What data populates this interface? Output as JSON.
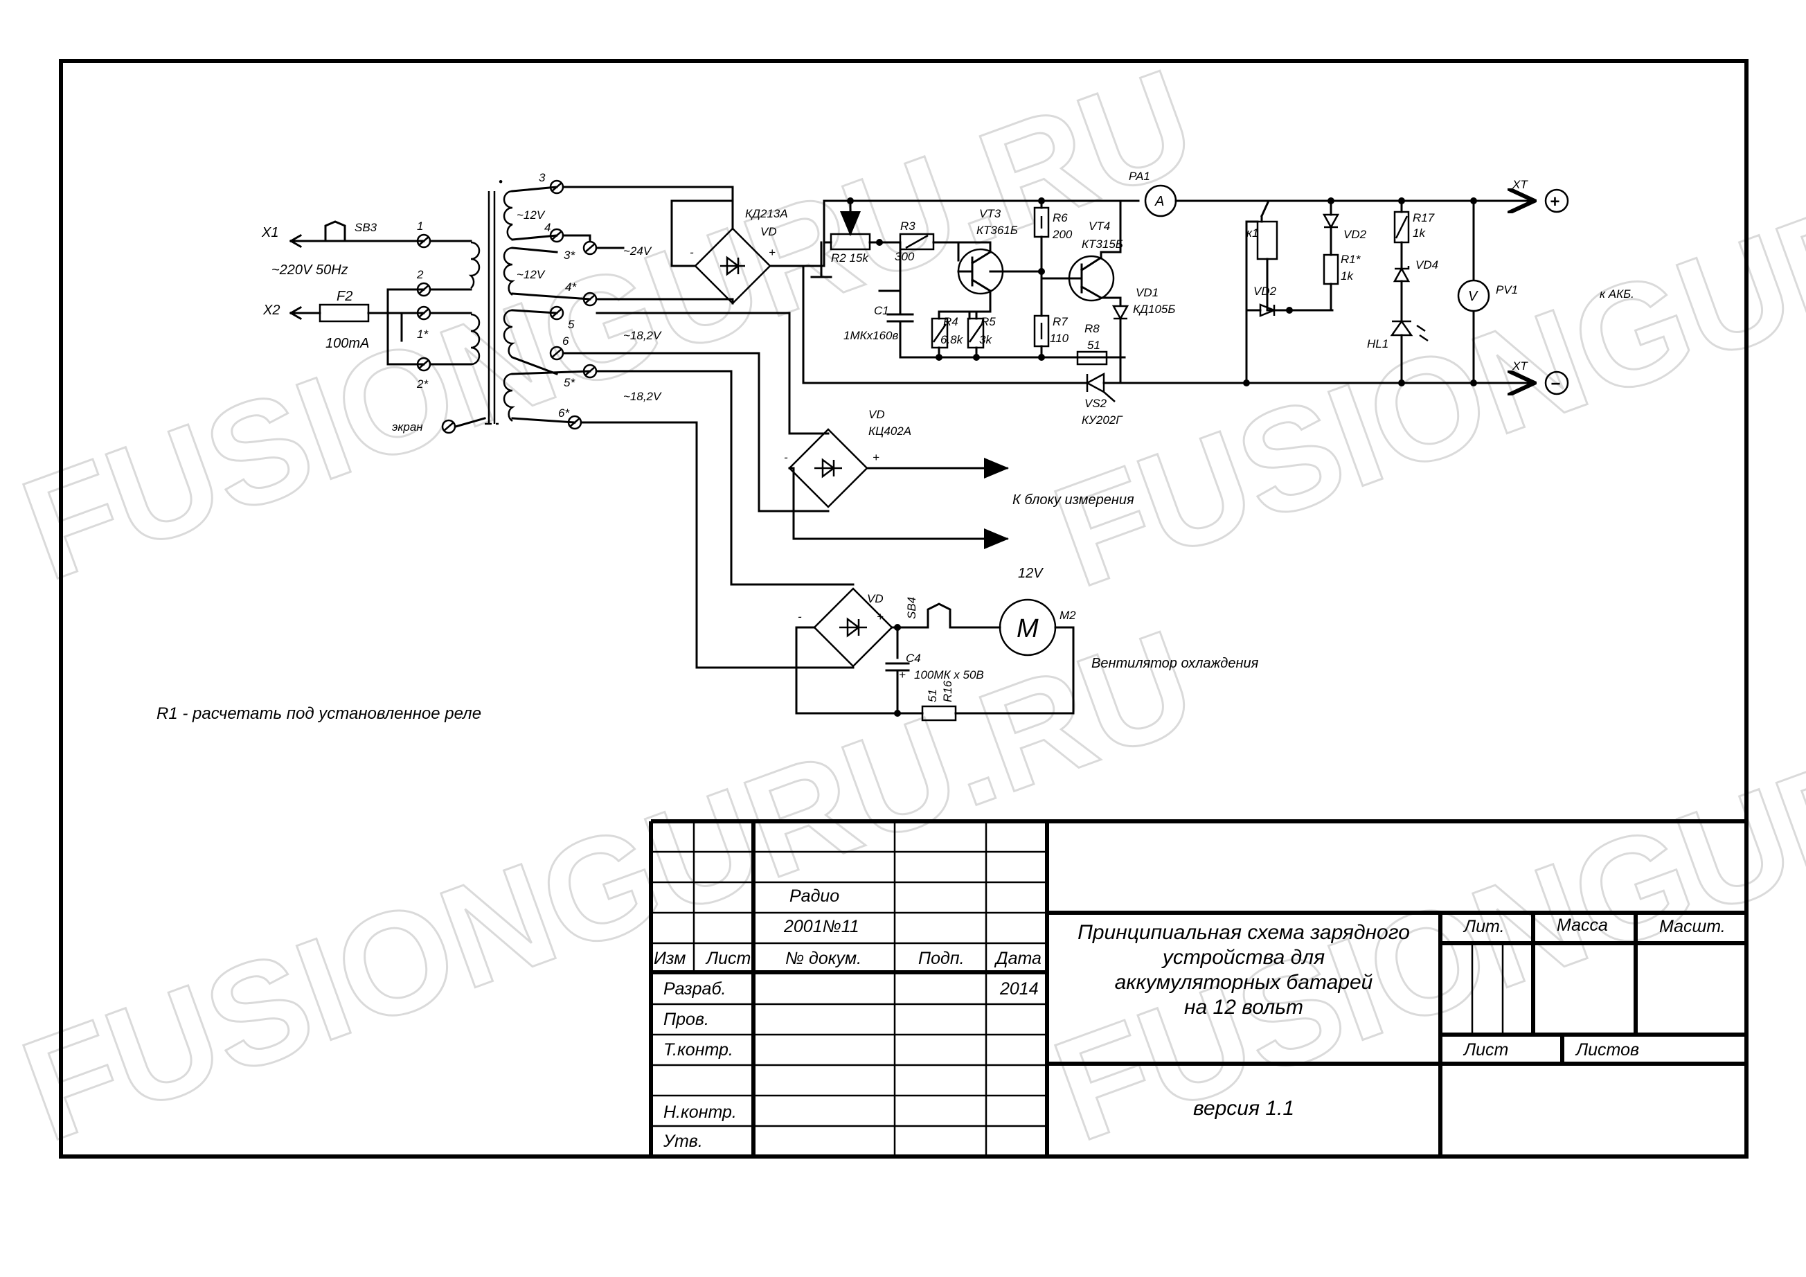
{
  "watermark": "FUSIONGURU.RU",
  "note": "R1 - расчетать под установленное реле",
  "inputs": {
    "x1": "X1",
    "x2": "X2",
    "sb3": "SB3",
    "mains": "~220V  50Hz",
    "f2": "F2",
    "f2_value": "100mA",
    "screen": "экран"
  },
  "transformer": {
    "pins": [
      "1",
      "2",
      "1*",
      "2*",
      "3",
      "4",
      "3*",
      "4*",
      "5",
      "6",
      "5*",
      "6*"
    ],
    "v_12a": "~12V",
    "v_12b": "~12V",
    "v_24": "~24V",
    "v_182a": "~18,2V",
    "v_182b": "~18,2V"
  },
  "bridge_main": {
    "ref": "КД213А",
    "vd": "VD"
  },
  "bridge_meas": {
    "vd": "VD",
    "ref": "КЦ402А",
    "dest": "К блоку измерения"
  },
  "bridge_fan": {
    "vd": "VD",
    "voltage": "12V",
    "sb4": "SB4",
    "c4": "C4",
    "c4_value": "100МК x 50В",
    "r16": "R16",
    "r16_value": "51",
    "motor_letter": "M",
    "motor_ref": "M2",
    "fan_label": "Вентилятор охлаждения"
  },
  "control": {
    "r2": "R2 15k",
    "r3": "R3",
    "r3_value": "300",
    "c1": "C1",
    "c1_value": "1МКx160в",
    "r4": "R4",
    "r4_value": "6.8k",
    "r5": "R5",
    "r5_value": "3k",
    "vt3": "VT3",
    "vt3_ref": "КТ361Б",
    "r6": "R6",
    "r6_value": "200",
    "vt4": "VT4",
    "vt4_ref": "КТ315Б",
    "r7": "R7",
    "r7_value": "110",
    "r8": "R8",
    "r8_value": "51",
    "vd1": "VD1",
    "vd1_ref": "КД105Б",
    "vs2": "VS2",
    "vs2_ref": "КУ202Г"
  },
  "output": {
    "pa1": "PA1",
    "ammeter": "A",
    "k1": "к1",
    "vd2a": "VD2",
    "vd2b": "VD2",
    "r1": "R1*",
    "r1_value": "1k",
    "r17": "R17",
    "r17_value": "1k",
    "vd4": "VD4",
    "hl1": "HL1",
    "voltmeter": "V",
    "pv1": "PV1",
    "xt_plus": "XT",
    "xt_minus": "XT",
    "plus": "+",
    "minus": "−",
    "akb": "к АКБ."
  },
  "title_block": {
    "source": "Радио",
    "issue": "2001№11",
    "cols": [
      "Изм",
      "Лист",
      "№ докум.",
      "Подп.",
      "Дата"
    ],
    "rows": [
      "Разраб.",
      "Пров.",
      "Т.контр.",
      "",
      "Н.контр.",
      "Утв."
    ],
    "year": "2014",
    "title_lines": [
      "Принципиальная схема зарядного",
      "устройства для",
      "аккумуляторных батарей",
      "на 12 вольт"
    ],
    "version": "версия 1.1",
    "lit": "Лит.",
    "mass": "Масса",
    "scale": "Масшт.",
    "sheet": "Лист",
    "sheets": "Листов"
  }
}
